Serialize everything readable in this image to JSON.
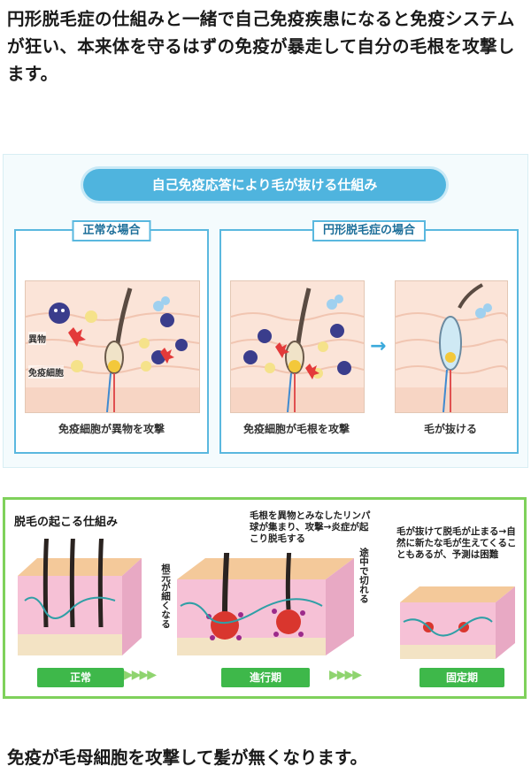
{
  "intro_text": "円形脱毛症の仕組みと一緒で自己免疫疾患になると免疫システムが狂い、本来体を守るはずの免疫が暴走して自分の毛根を攻撃します。",
  "panel1": {
    "banner": "自己免疫応答により毛が抜ける仕組み",
    "normal": {
      "label": "正常な場合",
      "foreign_label": "異物",
      "immune_label": "免疫細胞",
      "caption": "免疫細胞が異物を攻撃"
    },
    "alopecia": {
      "label": "円形脱毛症の場合",
      "caption_attack": "免疫細胞が毛根を攻撃",
      "caption_fall": "毛が抜ける"
    }
  },
  "panel2": {
    "title": "脱毛の起こる仕組み",
    "note_attack": "毛根を異物とみなしたリンパ球が集まり、攻撃→炎症が起こり脱毛する",
    "note_thin": "根元が細くなる",
    "note_break": "途中で切れる",
    "note_fixed": "毛が抜けて脱毛が止まる→自然に新たな毛が生えてくることもあるが、予測は困難",
    "stage_normal": "正常",
    "stage_progress": "進行期",
    "stage_fixed": "固定期"
  },
  "outro_text": "免疫が毛母細胞を攻撃して髪が無くなります。",
  "colors": {
    "banner": "#4fb4de",
    "box_border": "#5ab8df",
    "panel2_border": "#7fd15b",
    "stage_green": "#3eb84a"
  }
}
